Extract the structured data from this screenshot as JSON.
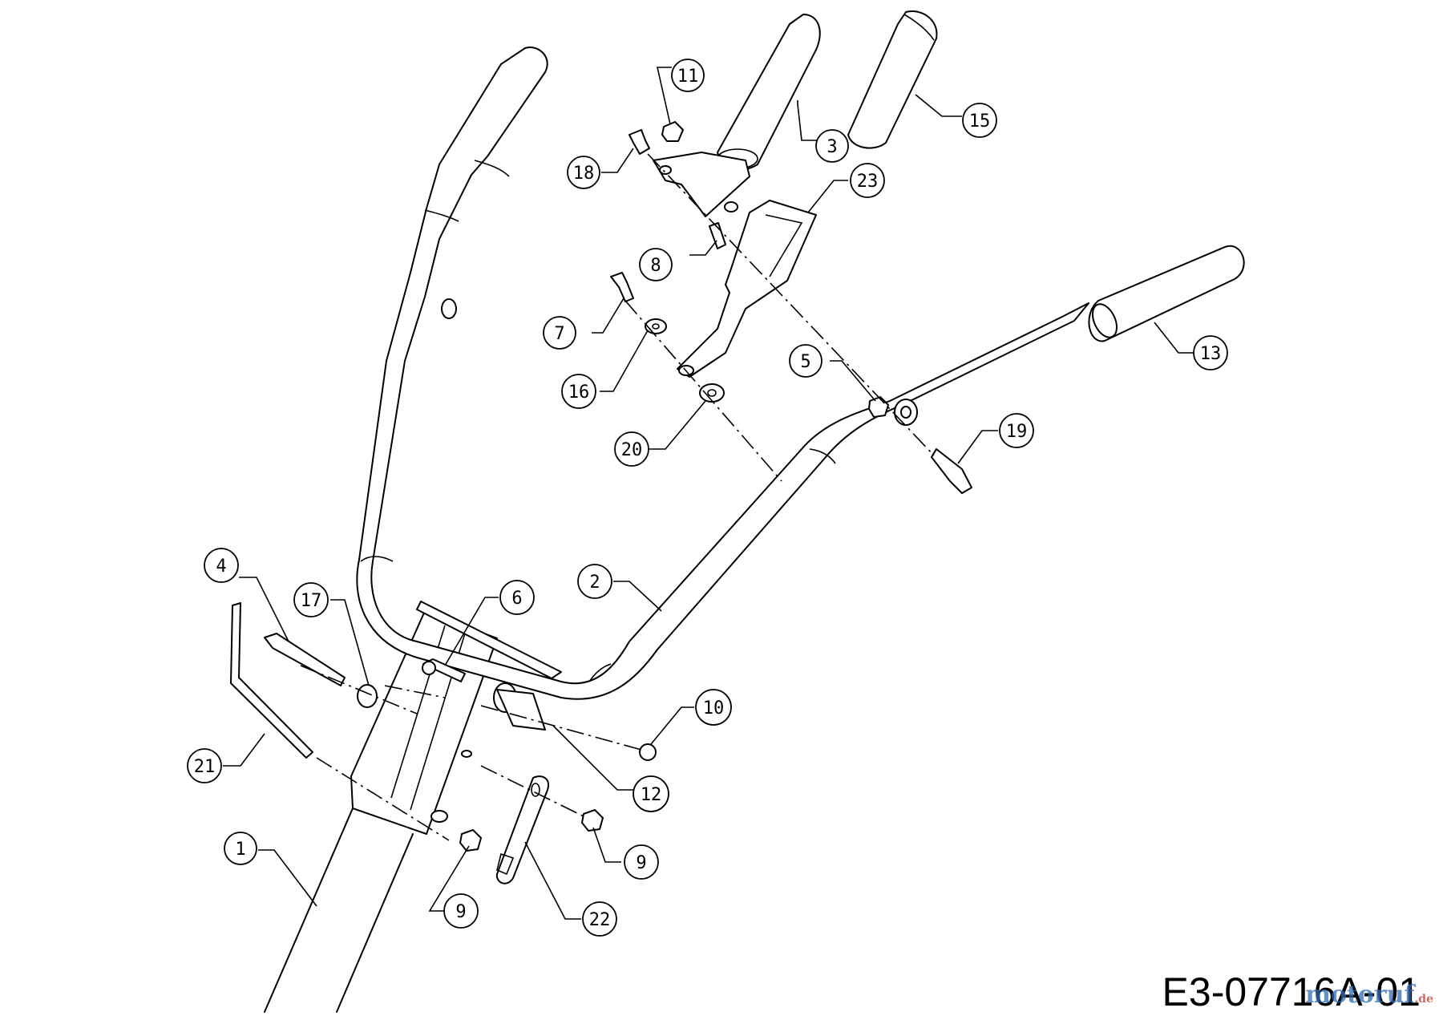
{
  "drawing_code": "E3-07716A-01",
  "watermark": {
    "text": "motoruf",
    "suffix": ".de",
    "color": "#2f6db5"
  },
  "callouts": [
    {
      "id": "c1",
      "label": "1"
    },
    {
      "id": "c2",
      "label": "2"
    },
    {
      "id": "c3",
      "label": "3"
    },
    {
      "id": "c4",
      "label": "4"
    },
    {
      "id": "c5",
      "label": "5"
    },
    {
      "id": "c6",
      "label": "6"
    },
    {
      "id": "c7",
      "label": "7"
    },
    {
      "id": "c8",
      "label": "8"
    },
    {
      "id": "c9a",
      "label": "9"
    },
    {
      "id": "c9b",
      "label": "9"
    },
    {
      "id": "c10",
      "label": "10"
    },
    {
      "id": "c11",
      "label": "11"
    },
    {
      "id": "c12",
      "label": "12"
    },
    {
      "id": "c13",
      "label": "13"
    },
    {
      "id": "c15",
      "label": "15"
    },
    {
      "id": "c16",
      "label": "16"
    },
    {
      "id": "c17",
      "label": "17"
    },
    {
      "id": "c18",
      "label": "18"
    },
    {
      "id": "c19",
      "label": "19"
    },
    {
      "id": "c20",
      "label": "20"
    },
    {
      "id": "c21",
      "label": "21"
    },
    {
      "id": "c22",
      "label": "22"
    },
    {
      "id": "c23",
      "label": "23"
    }
  ]
}
